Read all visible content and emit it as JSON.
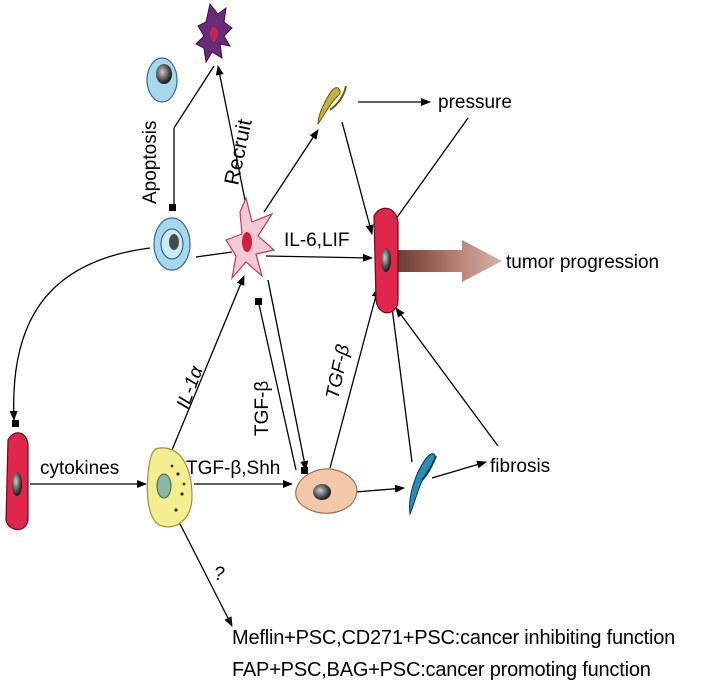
{
  "labels": {
    "apoptosis": "Apoptosis",
    "recruit": "Recruit",
    "pressure": "pressure",
    "il6_lif": "IL-6,LIF",
    "tumor_progression": "tumor progression",
    "il1a": "IL-1α",
    "tgfb_left": "TGF-β",
    "tgfb_right": "TGF-β",
    "cytokines": "cytokines",
    "tgfb_shh": "TGF-β,Shh",
    "fibrosis": "fibrosis",
    "question": "?",
    "line1": "Meflin+PSC,CD271+PSC:cancer inhibiting function",
    "line2": "FAP+PSC,BAG+PSC:cancer promoting function"
  },
  "colors": {
    "tumor_cell": "#e0264a",
    "tumor_arrow": "#b07a70",
    "activated_psc": "#f6c9d2",
    "blue_cell": "#a8d8f0",
    "quiescent_psc": "#f5ee90",
    "fibroblast": "#f2c8a8",
    "fiber_olive": "#b5a43a",
    "fiber_blue": "#2a8ab8",
    "recruited_cell": "#6a2a7a"
  }
}
